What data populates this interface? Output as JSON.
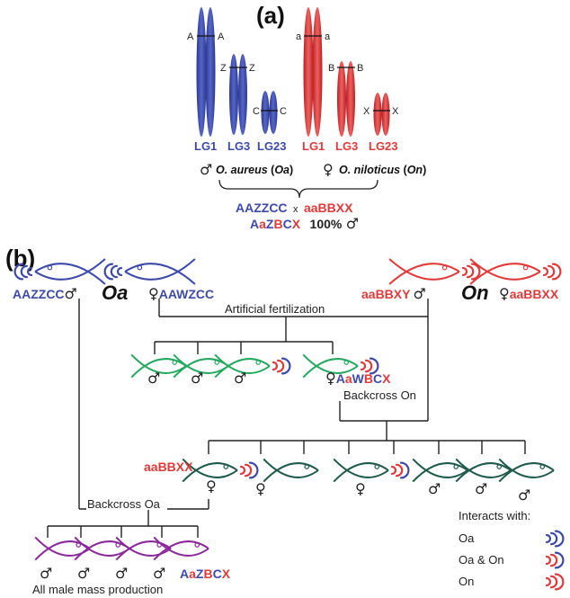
{
  "panel_a": {
    "label": "(a)",
    "lg_labels": [
      "LG1",
      "LG3",
      "LG23",
      "LG1",
      "LG3",
      "LG23"
    ],
    "gene_labels": [
      "A",
      "A",
      "Z",
      "Z",
      "C",
      "C",
      "a",
      "a",
      "B",
      "B",
      "X",
      "X"
    ],
    "male_symbol": "♂",
    "female_symbol": "♀",
    "oa_name": "O. aureus",
    "oa_abbr": "Oa",
    "on_name": "O. niloticus",
    "on_abbr": "On",
    "cross": {
      "left": "AAZZCC",
      "x": "x",
      "right": "aaBBXX"
    },
    "offspring": {
      "A": "A",
      "a": "a",
      "Z": "Z",
      "B": "B",
      "C": "C",
      "X": "X",
      "result": "100%"
    }
  },
  "panel_b": {
    "label": "(b)",
    "oa_male": "AAZZCC",
    "oa_label": "Oa",
    "oa_female": "AAWZCC",
    "on_male": "aaBBXY",
    "on_label": "On",
    "on_female": "aaBBXX",
    "artificial": "Artificial fertilization",
    "f1_female_parts": [
      "A",
      "a",
      "W",
      "B",
      "C",
      "X"
    ],
    "backcross_on": "Backcross On",
    "bc_female": "aaBBXX",
    "backcross_oa": "Backcross Oa",
    "final_parts": [
      "A",
      "a",
      "Z",
      "B",
      "C",
      "X"
    ],
    "production": "All male mass production"
  },
  "legend": {
    "title": "Interacts with:",
    "items": [
      {
        "label": "Oa",
        "type": "oa"
      },
      {
        "label": "Oa & On",
        "type": "both"
      },
      {
        "label": "On",
        "type": "on"
      }
    ]
  },
  "colors": {
    "oa_blue": "#3d4aa8",
    "on_red": "#e03a3a",
    "hybrid_green": "#27a860",
    "backcross_teal": "#1f5a4a",
    "final_purple": "#8a2a9a"
  }
}
